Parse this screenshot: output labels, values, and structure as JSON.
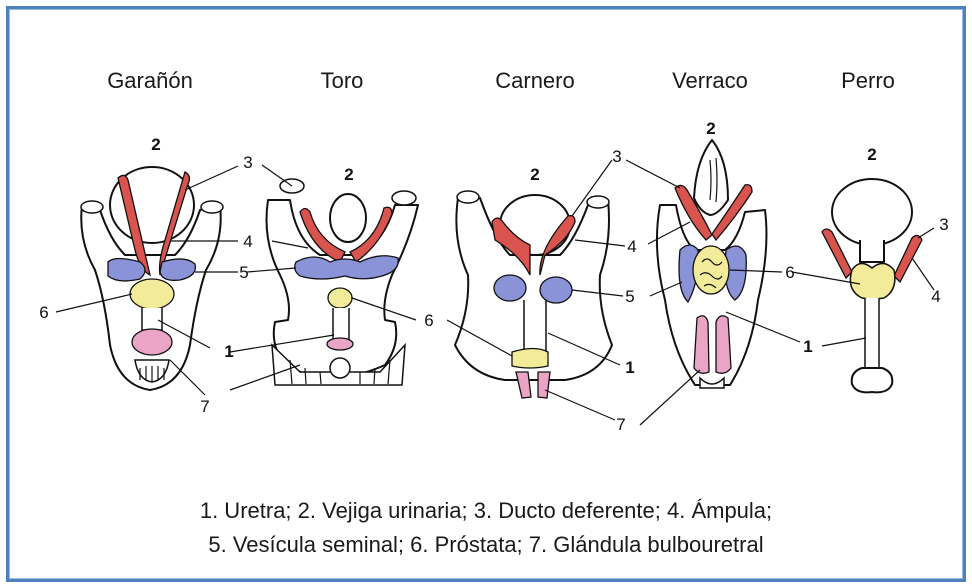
{
  "species": [
    "Garañón",
    "Toro",
    "Carnero",
    "Verraco",
    "Perro"
  ],
  "colors": {
    "bladder": "#ffffff",
    "ampulla": "#d9534f",
    "seminal_vesicle": "#8a93d8",
    "prostate": "#f2ec9a",
    "bulbourethral": "#eaa4c6",
    "frame": "#4f81bd"
  },
  "labels": {
    "n1": "1",
    "n2": "2",
    "n3": "3",
    "n4": "4",
    "n5": "5",
    "n6": "6",
    "n7": "7"
  },
  "caption": {
    "line1": "1. Uretra; 2. Vejiga urinaria; 3. Ducto deferente; 4. Ámpula;",
    "line2": "5. Vesícula seminal; 6. Próstata; 7. Glándula bulbouretral"
  }
}
